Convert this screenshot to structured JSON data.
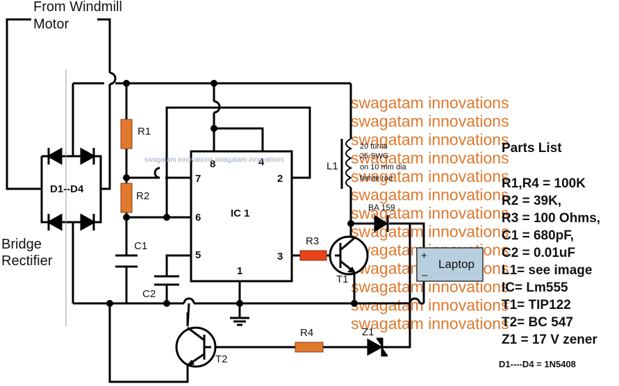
{
  "labels": {
    "source_line1": "From Windmill",
    "source_line2": "Motor",
    "bridge_line1": "Bridge",
    "bridge_line2": "Rectifier",
    "diodes": "D1--D4",
    "r1": "R1",
    "r2": "R2",
    "r3": "R3",
    "r4": "R4",
    "c1": "C1",
    "c2": "C2",
    "l1": "L1",
    "ic": "IC 1",
    "pin8": "8",
    "pin4": "4",
    "pin7": "7",
    "pin2": "2",
    "pin6": "6",
    "pin5": "5",
    "pin3": "3",
    "pin1": "1",
    "t1": "T1",
    "t2": "T2",
    "z1": "Z1",
    "ba159": "BA 159",
    "coil_note": [
      "20 turns",
      "25 SWG",
      "on 10 mm dia",
      "ferrite rod"
    ],
    "laptop": "Laptop",
    "plus": "+",
    "minus": "–"
  },
  "watermark": {
    "text": "swagatam innovations",
    "small": "swagatam innovations swagatam innovations",
    "color": "#e0782e"
  },
  "parts_list": {
    "title": "Parts List",
    "items": [
      "R1,R4 = 100K",
      "R2 = 39K,",
      "R3 = 100 Ohms,",
      "C1 = 680pF,",
      "C2 = 0.01uF",
      "L1= see image",
      "IC= Lm555",
      "T1= TIP122",
      "T2= BC 547",
      "Z1 = 17 V zener"
    ],
    "footer": "D1----D4 = 1N5408"
  },
  "colors": {
    "resistor": "#e0782e",
    "r3": "#e8431b",
    "laptop_fill": "#b8cfe0",
    "wire": "#000000"
  }
}
